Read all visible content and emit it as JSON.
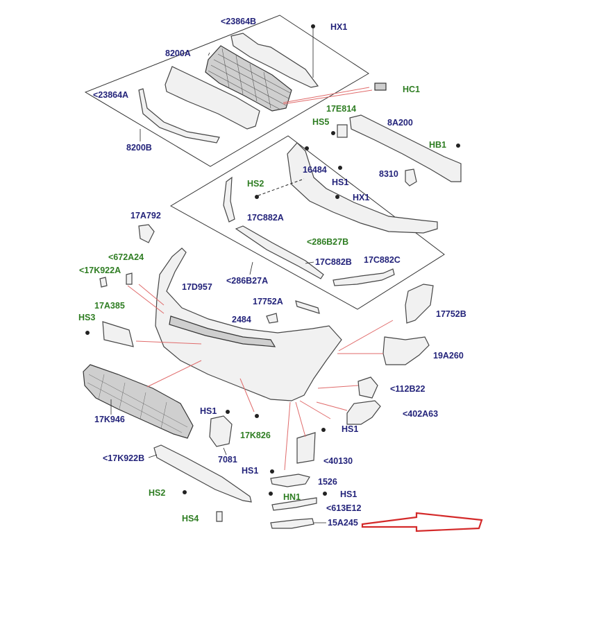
{
  "colors": {
    "part_number_blue": "#23237a",
    "fastener_green": "#2e7d22",
    "highlight_arrow_red": "#d42a2a",
    "leader_red": "#e06a6a"
  },
  "labels": {
    "p23864B": "<23864B",
    "hx1_top": "HX1",
    "p8200A": "8200A",
    "hc1": "HC1",
    "p23864A": "<23864A",
    "p17E814": "17E814",
    "hs5": "HS5",
    "p8A200": "8A200",
    "hb1": "HB1",
    "p8200B": "8200B",
    "p16484": "16484",
    "p8310": "8310",
    "hs2_upper": "HS2",
    "hs1_upper": "HS1",
    "hx1_mid": "HX1",
    "p17A792": "17A792",
    "p17C882A": "17C882A",
    "p286B27B": "<286B27B",
    "p672A24": "<672A24",
    "p17K922A": "<17K922A",
    "p17C882B": "17C882B",
    "p17C882C": "17C882C",
    "p17D957": "17D957",
    "p286B27A": "<286B27A",
    "p17A385": "17A385",
    "p17752A": "17752A",
    "p17752B": "17752B",
    "hs3": "HS3",
    "p2484": "2484",
    "p19A260": "19A260",
    "p112B22": "<112B22",
    "p402A63": "<402A63",
    "p17K946": "17K946",
    "hs1_a": "HS1",
    "p17K826": "17K826",
    "hs1_b": "HS1",
    "p7081": "7081",
    "p40130": "<40130",
    "p17K922B": "<17K922B",
    "hs1_c": "HS1",
    "p1526": "1526",
    "hn1": "HN1",
    "hs2_lower": "HS2",
    "hs1_d": "HS1",
    "p613E12": "<613E12",
    "hs4": "HS4",
    "p15A245": "15A245"
  }
}
